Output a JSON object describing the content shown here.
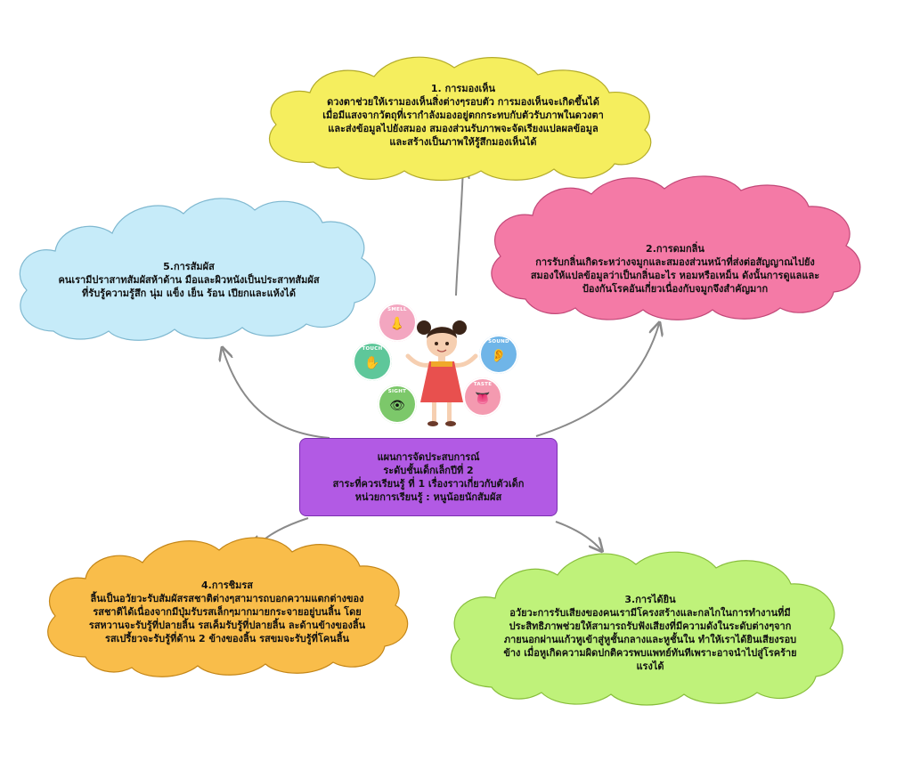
{
  "colors": {
    "vision": "#f5ee5e",
    "smell": "#f47aa6",
    "hearing": "#bff27a",
    "taste": "#f9bd4a",
    "touch": "#c6ebf9",
    "center": "#b25ae4",
    "arrow": "#8a8a8a"
  },
  "center": {
    "line1": "แผนการจัดประสบการณ์",
    "line2": "ระดับชั้นเด็กเล็กปีที่ 2",
    "line3": "สาระที่ควรเรียนรู้ ที่ 1 เรื่องราวเกี่ยวกับตัวเด็ก",
    "line4": "หน่วยการเรียนรู้ : หนูน้อยนักสัมผัส"
  },
  "vision": {
    "title": "1. การมองเห็น",
    "lines": [
      "ดวงตาช่วยให้เรามองเห็นสิ่งต่างๆรอบตัว การมองเห็นจะเกิดขึ้นได้",
      "เมื่อมีแสงจากวัตถุที่เรากำลังมองอยู่ตกกระทบกับตัวรับภาพในดวงตา",
      "และส่งข้อมูลไปยังสมอง สมองส่วนรับภาพจะจัดเรียงแปลผลข้อมูล",
      "และสร้างเป็นภาพให้รู้สึกมองเห็นได้"
    ]
  },
  "smell": {
    "title": "2.การดมกลิ่น",
    "lines": [
      "การรับกลิ่นเกิดระหว่างจมูกและสมองส่วนหน้าที่ส่งต่อสัญญาณไปยัง",
      "สมองให้แปลข้อมูลว่าเป็นกลิ่นอะไร หอมหรือเหม็น ดังนั้นการดูแลและ",
      "ป้องกันโรคอันเกี่ยวเนื่องกับจมูกจึงสำคัญมาก"
    ]
  },
  "hearing": {
    "title": "3.การได้ยิน",
    "lines": [
      "อวัยวะการรับเสียงของคนเรามีโครงสร้างและกลไกในการทำงานที่มี",
      "ประสิทธิภาพช่วยให้สามารถรับฟังเสียงที่มีความดังในระดับต่างๆจาก",
      "ภายนอกผ่านแก้วหูเข้าสู่หูชั้นกลางและหูชั้นใน ทำให้เราได้ยินเสียงรอบ",
      "ข้าง เมื่อหูเกิดความผิดปกติควรพบแพทย์ทันทีเพราะอาจนำไปสู่โรคร้าย",
      "แรงได้"
    ]
  },
  "taste": {
    "title": "4.การชิมรส",
    "lines": [
      "ลิ้นเป็นอวัยวะรับสัมผัสรสชาติต่างๆสามารถบอกความแตกต่างของ",
      "รสชาติได้เนื่องจากมีปุ่มรับรสเล็กๆมากมายกระจายอยู่บนลิ้น โดย",
      "รสหวานจะรับรู้ที่ปลายลิ้น รสเค็มรับรู้ที่ปลายลิ้น ละด้านข้างของลิ้น",
      "รสเปรี้ยวจะรับรู้ที่ด้าน 2 ข้างของลิ้น รสขมจะรับรู้ที่โคนลิ้น"
    ]
  },
  "touch": {
    "title": "5.การสัมผัส",
    "lines": [
      "คนเรามีปราสาทสัมผัสห้าด้าน มือและผิวหนังเป็นประสาทสัมผัส",
      "ที่รับรู้ความรู้สึก นุ่ม แข็ง เย็น ร้อน เปียกและแห้งได้"
    ]
  },
  "illustration": {
    "smell_label": "SMELL",
    "sound_label": "SOUND",
    "touch_label": "TOUCH",
    "taste_label": "TASTE",
    "sight_label": "SIGHT",
    "smell_icon": "nose-icon",
    "sound_icon": "ear-icon",
    "touch_icon": "hand-icon",
    "taste_icon": "tongue-icon",
    "sight_icon": "eye-icon"
  }
}
